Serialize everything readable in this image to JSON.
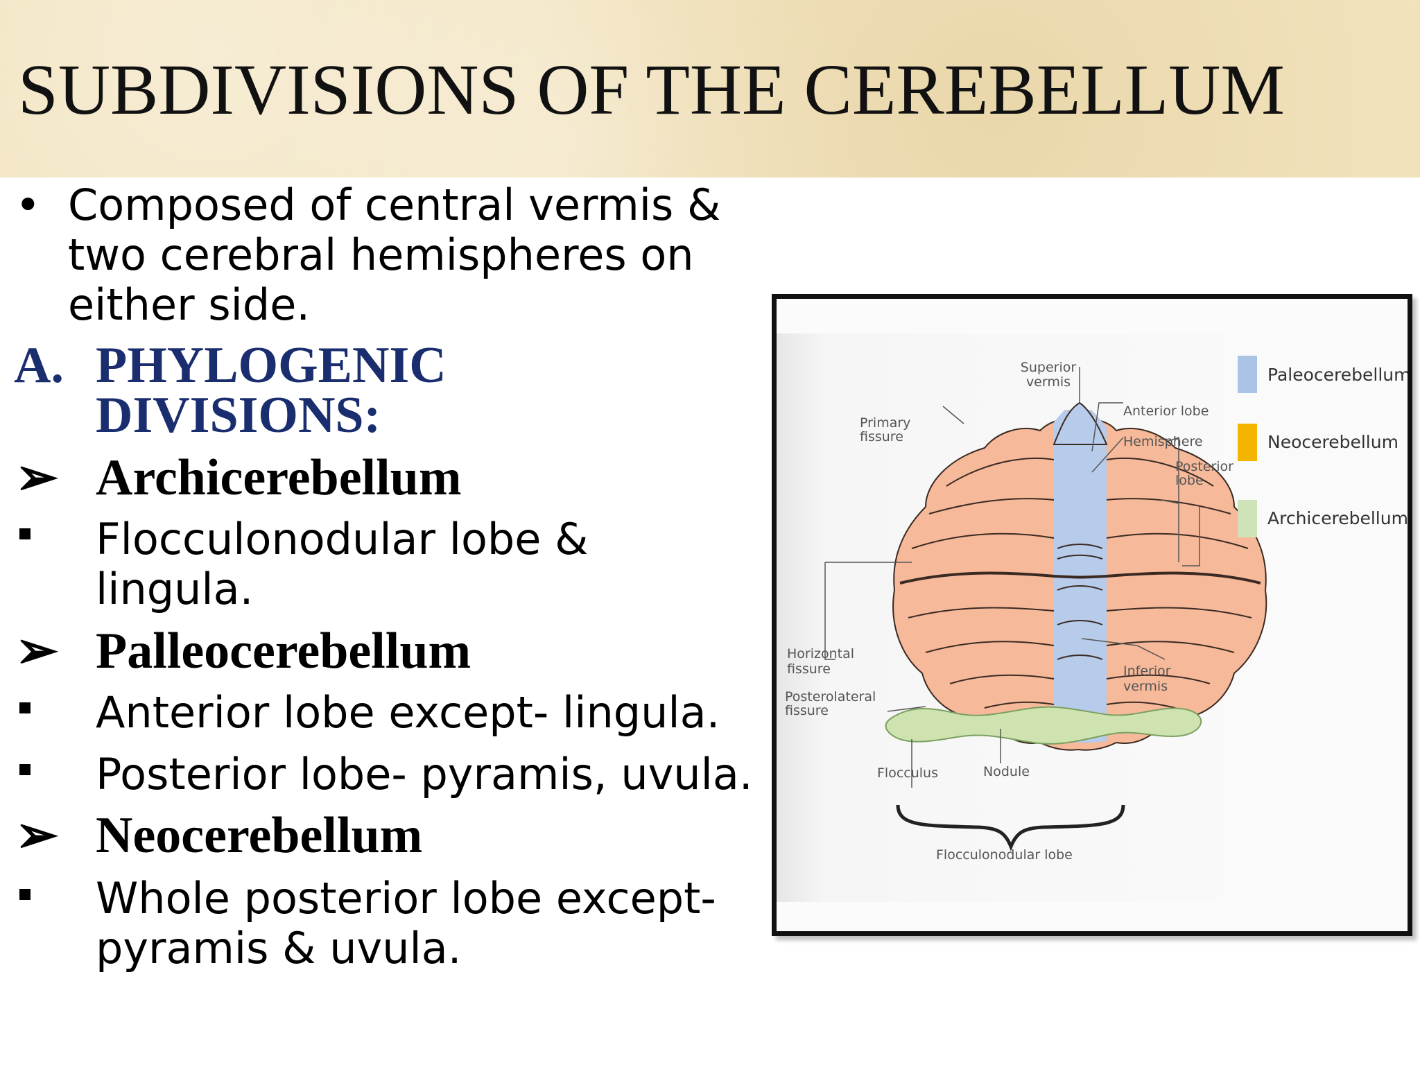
{
  "slide": {
    "title": "SUBDIVISIONS OF THE CEREBELLUM",
    "intro": {
      "bullet": "•",
      "lines": [
        "Composed of central vermis &",
        "two cerebral hemispheres on",
        "either side."
      ]
    },
    "section": {
      "marker": "A.",
      "lines": [
        "PHYLOGENIC",
        "DIVISIONS:"
      ]
    },
    "divisions": [
      {
        "arrow": "➢",
        "name": "Archicerebellum",
        "items": [
          {
            "lines": [
              "Flocculonodular lobe &",
              "lingula."
            ]
          }
        ]
      },
      {
        "arrow": "➢",
        "name": "Palleocerebellum",
        "items": [
          {
            "lines": [
              "Anterior lobe except- lingula."
            ]
          },
          {
            "lines": [
              "Posterior lobe- pyramis, uvula."
            ]
          }
        ]
      },
      {
        "arrow": "➢",
        "name": "Neocerebellum",
        "items": [
          {
            "lines": [
              "Whole posterior lobe except-",
              "pyramis & uvula."
            ]
          }
        ]
      }
    ]
  },
  "figure": {
    "labels": {
      "superior_vermis": [
        "Superior",
        "vermis"
      ],
      "primary_fissure": [
        "Primary",
        "fissure"
      ],
      "anterior_lobe": "Anterior lobe",
      "hemisphere": "Hemisphere",
      "posterior_lobe": [
        "Posterior",
        "lobe"
      ],
      "horizontal_fissure": [
        "Horizontal",
        "fissure"
      ],
      "posterolateral_fissure": [
        "Posterolateral",
        "fissure"
      ],
      "inferior_vermis": [
        "Inferior",
        "vermis"
      ],
      "flocculus": "Flocculus",
      "nodule": "Nodule",
      "flocculonodular_lobe": "Flocculonodular lobe"
    },
    "legend": [
      {
        "label": "Paleocerebellum",
        "color": "#aac4e6"
      },
      {
        "label": "Neocerebellum",
        "color": "#f5b400"
      },
      {
        "label": "Archicerebellum",
        "color": "#cfe3b8"
      }
    ],
    "colors": {
      "hemisphere_fill": "#f6b99a",
      "vermis_fill": "#b7cbeb",
      "flocculonodular_fill": "#cfe3b0"
    }
  }
}
